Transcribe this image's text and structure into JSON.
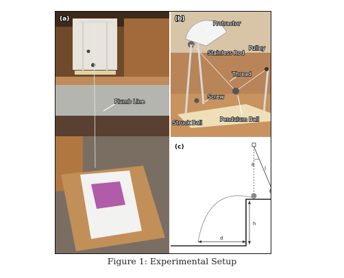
{
  "figure": {
    "caption": "Figure 1: Experimental Setup"
  },
  "panel_a": {
    "tag": "(a)",
    "labels": {
      "plumb_line": "Plumb Line"
    }
  },
  "panel_b": {
    "tag": "(b)",
    "labels": {
      "protractor": "Protractor",
      "stainless_rod": "Stainless Rod",
      "pulley": "Pulley",
      "thread": "Thread",
      "screw": "Screw",
      "struck_ball": "Struck Ball",
      "pendulum_ball": "Pendulum Ball"
    }
  },
  "panel_c": {
    "tag": "(c)",
    "symbols": {
      "theta": "θ",
      "length": "l",
      "height": "h",
      "distance": "d"
    }
  },
  "colors": {
    "frame": "#111111",
    "diagram_line": "#333333",
    "arc": "#999999",
    "paper": "#b05ca8"
  }
}
